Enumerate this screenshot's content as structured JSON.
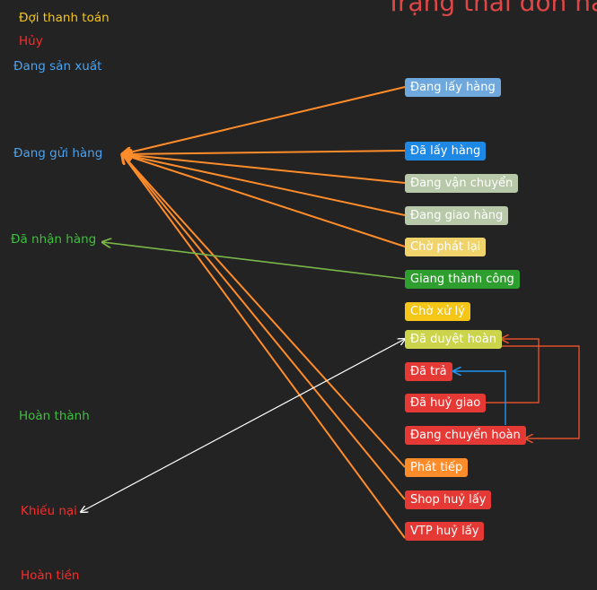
{
  "title": "Trạng thái đơn hàn",
  "left_states": [
    {
      "id": "doi-thanh-toan",
      "label": "Đợi thanh toán",
      "color": "#f5c518"
    },
    {
      "id": "huy",
      "label": "Hủy",
      "color": "#ff2a2a"
    },
    {
      "id": "dang-san-xuat",
      "label": "Đang sản xuất",
      "color": "#4aa3f0"
    },
    {
      "id": "dang-gui-hang",
      "label": "Đang gửi hàng",
      "color": "#4aa3f0"
    },
    {
      "id": "da-nhan-hang",
      "label": "Đã nhận hàng",
      "color": "#3fbf3f"
    },
    {
      "id": "hoan-thanh",
      "label": "Hoàn thành",
      "color": "#3fbf3f"
    },
    {
      "id": "khieu-nai",
      "label": "Khiếu nại",
      "color": "#ff2a2a"
    },
    {
      "id": "hoan-tien",
      "label": "Hoàn tiền",
      "color": "#ff2a2a"
    }
  ],
  "right_states": [
    {
      "id": "dang-lay-hang",
      "label": "Đang lấy hàng",
      "bg": "#6fa8dc"
    },
    {
      "id": "da-lay-hang",
      "label": "Đã lấy hàng",
      "bg": "#1e88e5"
    },
    {
      "id": "dang-van-chuyen",
      "label": "Đang vận chuyển",
      "bg": "#b7c9a8"
    },
    {
      "id": "dang-giao-hang",
      "label": "Đang giao hàng",
      "bg": "#b7c9a8"
    },
    {
      "id": "cho-phat-lai",
      "label": "Chờ phát lại",
      "bg": "#f0d36a"
    },
    {
      "id": "giang-thanh-cong",
      "label": "Giang thành công",
      "bg": "#2e9e2e"
    },
    {
      "id": "cho-xu-ly",
      "label": "Chờ xử lý",
      "bg": "#f5c518"
    },
    {
      "id": "da-duyet-hoan",
      "label": "Đã duyệt hoàn",
      "bg": "#cbd44a"
    },
    {
      "id": "da-tra",
      "label": "Đã trả",
      "bg": "#e53935"
    },
    {
      "id": "da-huy-giao",
      "label": "Đã huỷ giao",
      "bg": "#e53935"
    },
    {
      "id": "dang-chuyen-hoan",
      "label": "Đang chuyển hoàn",
      "bg": "#e53935"
    },
    {
      "id": "phat-tiep",
      "label": "Phát tiếp",
      "bg": "#ff8c2a"
    },
    {
      "id": "shop-huy-lay",
      "label": "Shop huỷ lấy",
      "bg": "#e53935"
    },
    {
      "id": "vtp-huy-lay",
      "label": "VTP huỷ lấy",
      "bg": "#e53935"
    }
  ],
  "colors": {
    "background": "#232323",
    "arrow_orange": "#ff8c2a",
    "arrow_green": "#7ab648",
    "arrow_white": "#ffffff",
    "arrow_red": "#e0502a",
    "arrow_blue": "#2196f3"
  }
}
